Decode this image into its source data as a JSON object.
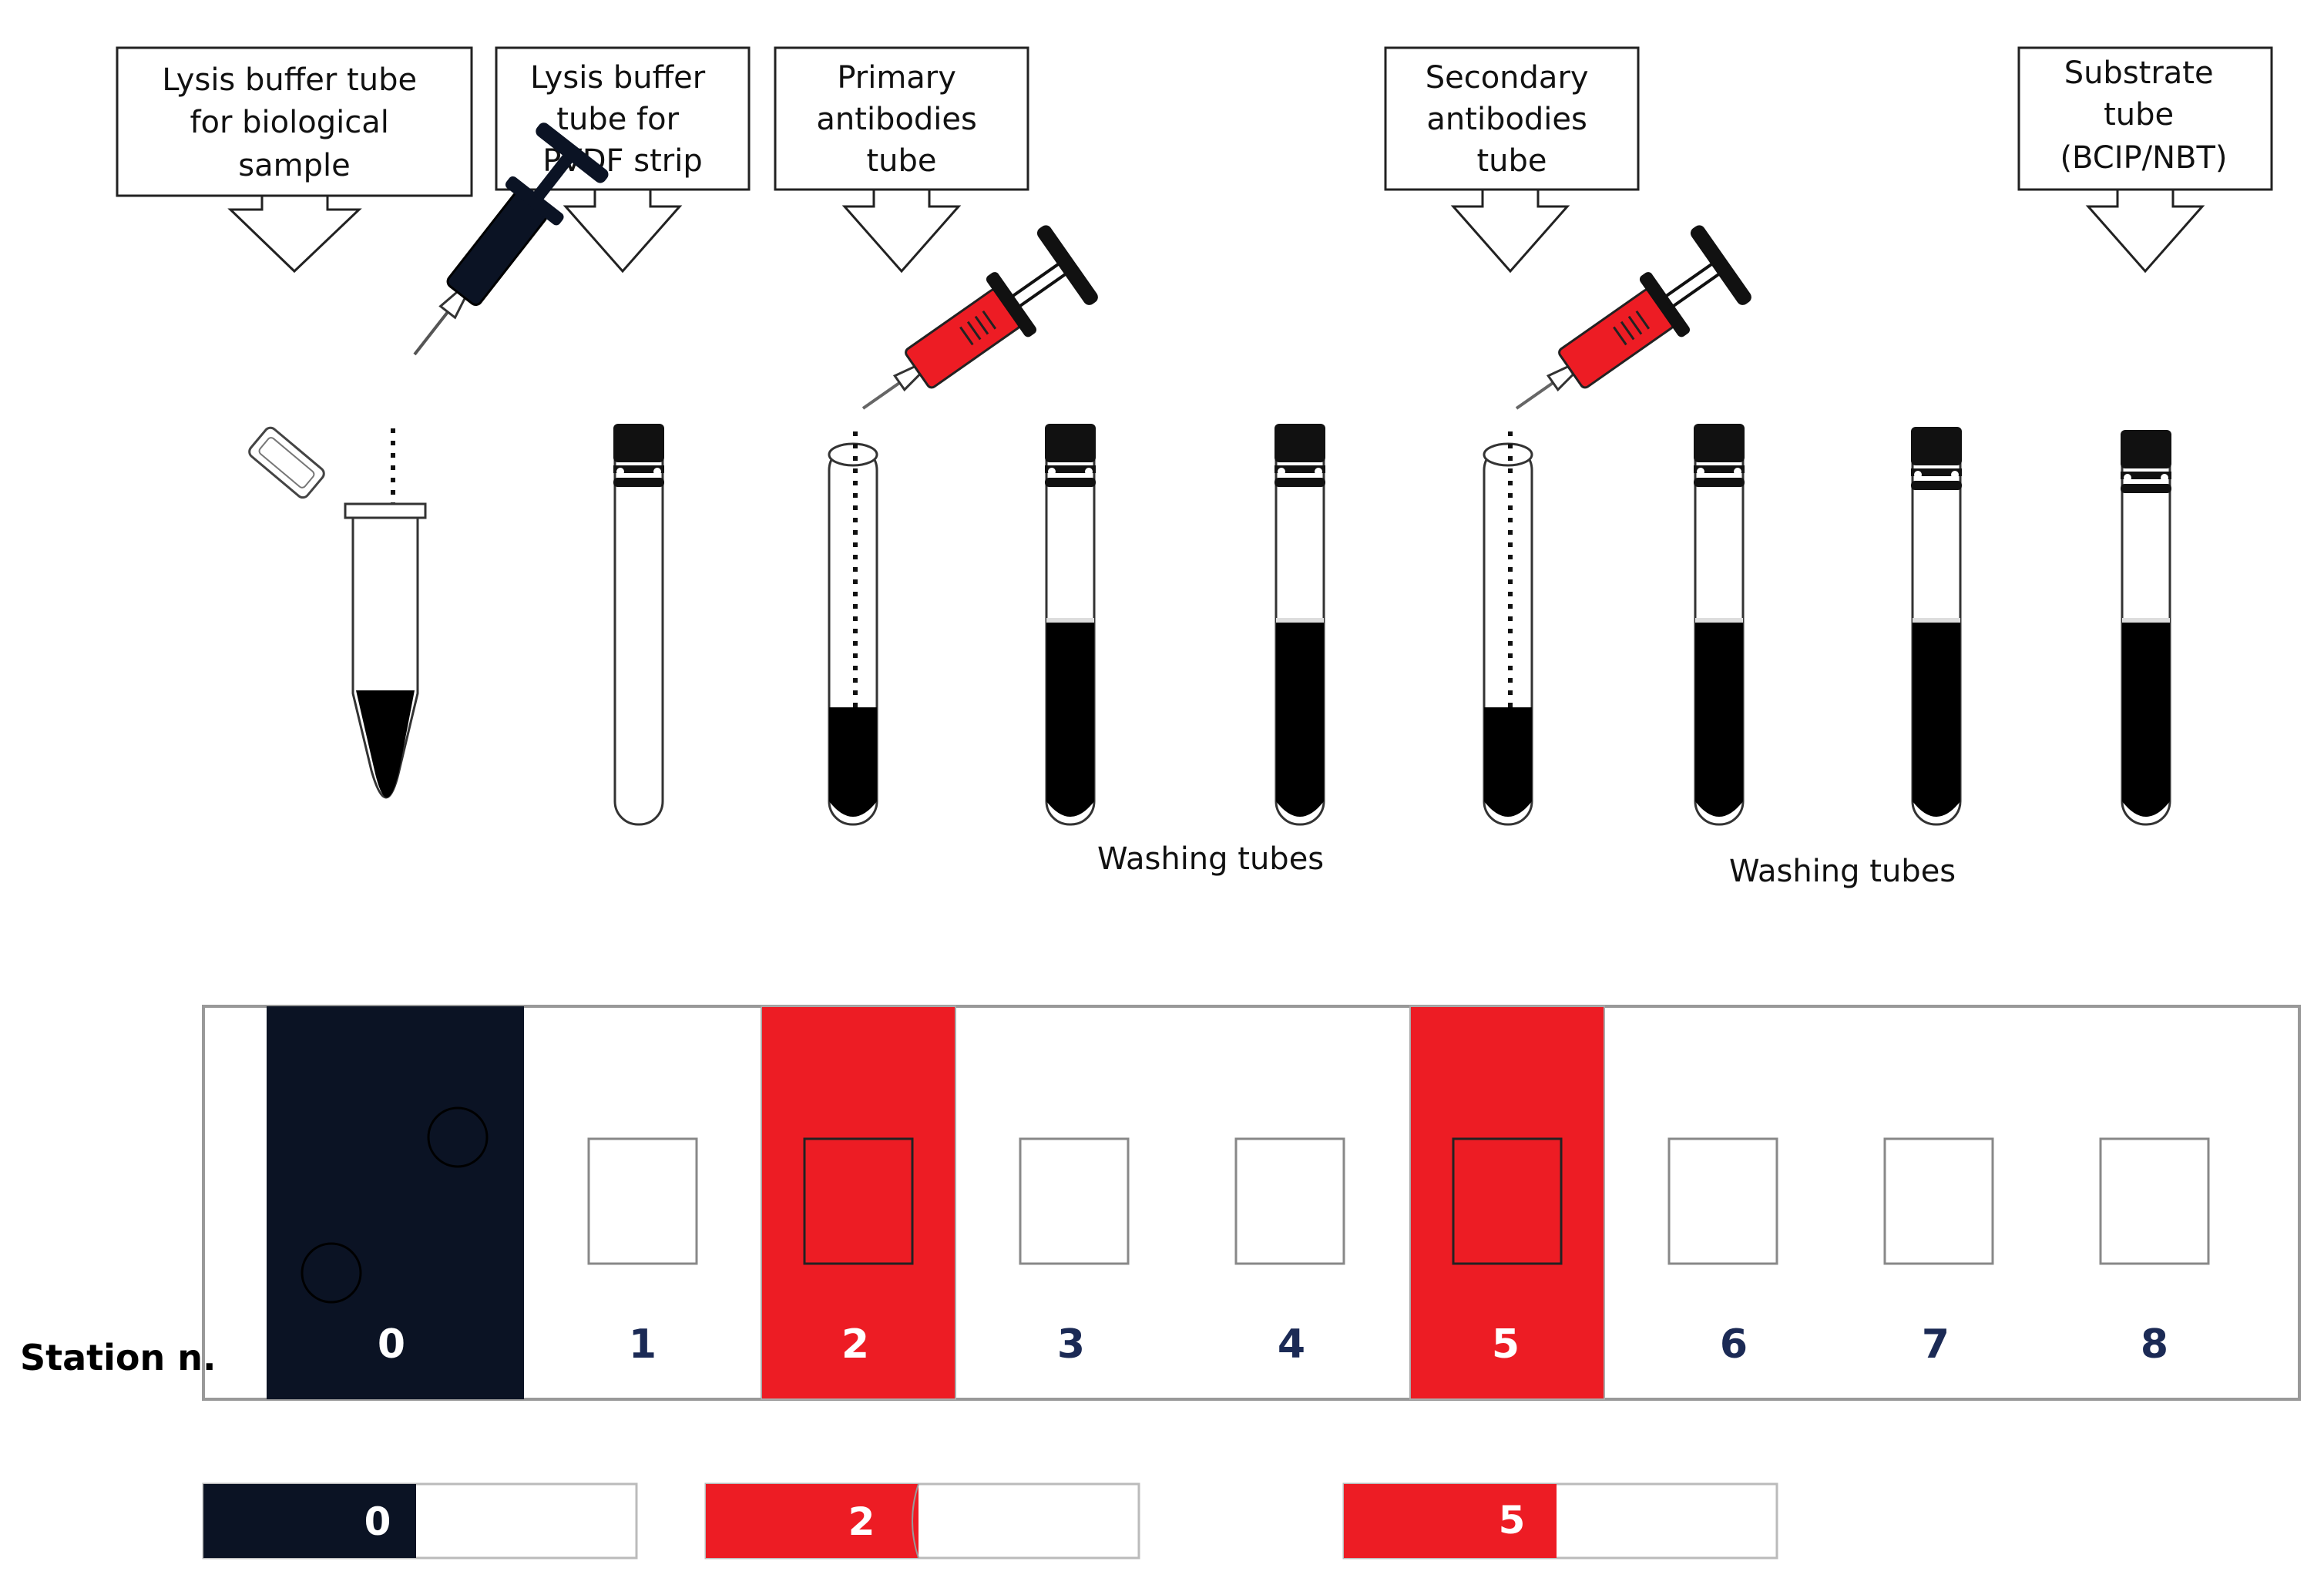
{
  "callouts": [
    {
      "lines": [
        "Lysis buffer tube",
        "for biological",
        "sample"
      ]
    },
    {
      "lines": [
        "Lysis buffer",
        "tube for",
        "PVDF strip"
      ]
    },
    {
      "lines": [
        "Primary",
        "antibodies",
        "tube"
      ]
    },
    {
      "lines": [
        "Secondary",
        "antibodies",
        "tube"
      ]
    },
    {
      "lines": [
        "Substrate",
        "tube",
        "(BCIP/NBT)"
      ]
    }
  ],
  "captions": {
    "washing_1": "Washing tubes",
    "washing_2": "Washing tubes"
  },
  "strip": {
    "label": "Station n.",
    "stations": [
      "0",
      "1",
      "2",
      "3",
      "4",
      "5",
      "6",
      "7",
      "8"
    ]
  },
  "chips": [
    "0",
    "2",
    "5"
  ],
  "colors": {
    "navy": "#0b1324",
    "red": "#ed1c24",
    "number_blue": "#1b2a55",
    "outline": "#9a9a9a"
  }
}
